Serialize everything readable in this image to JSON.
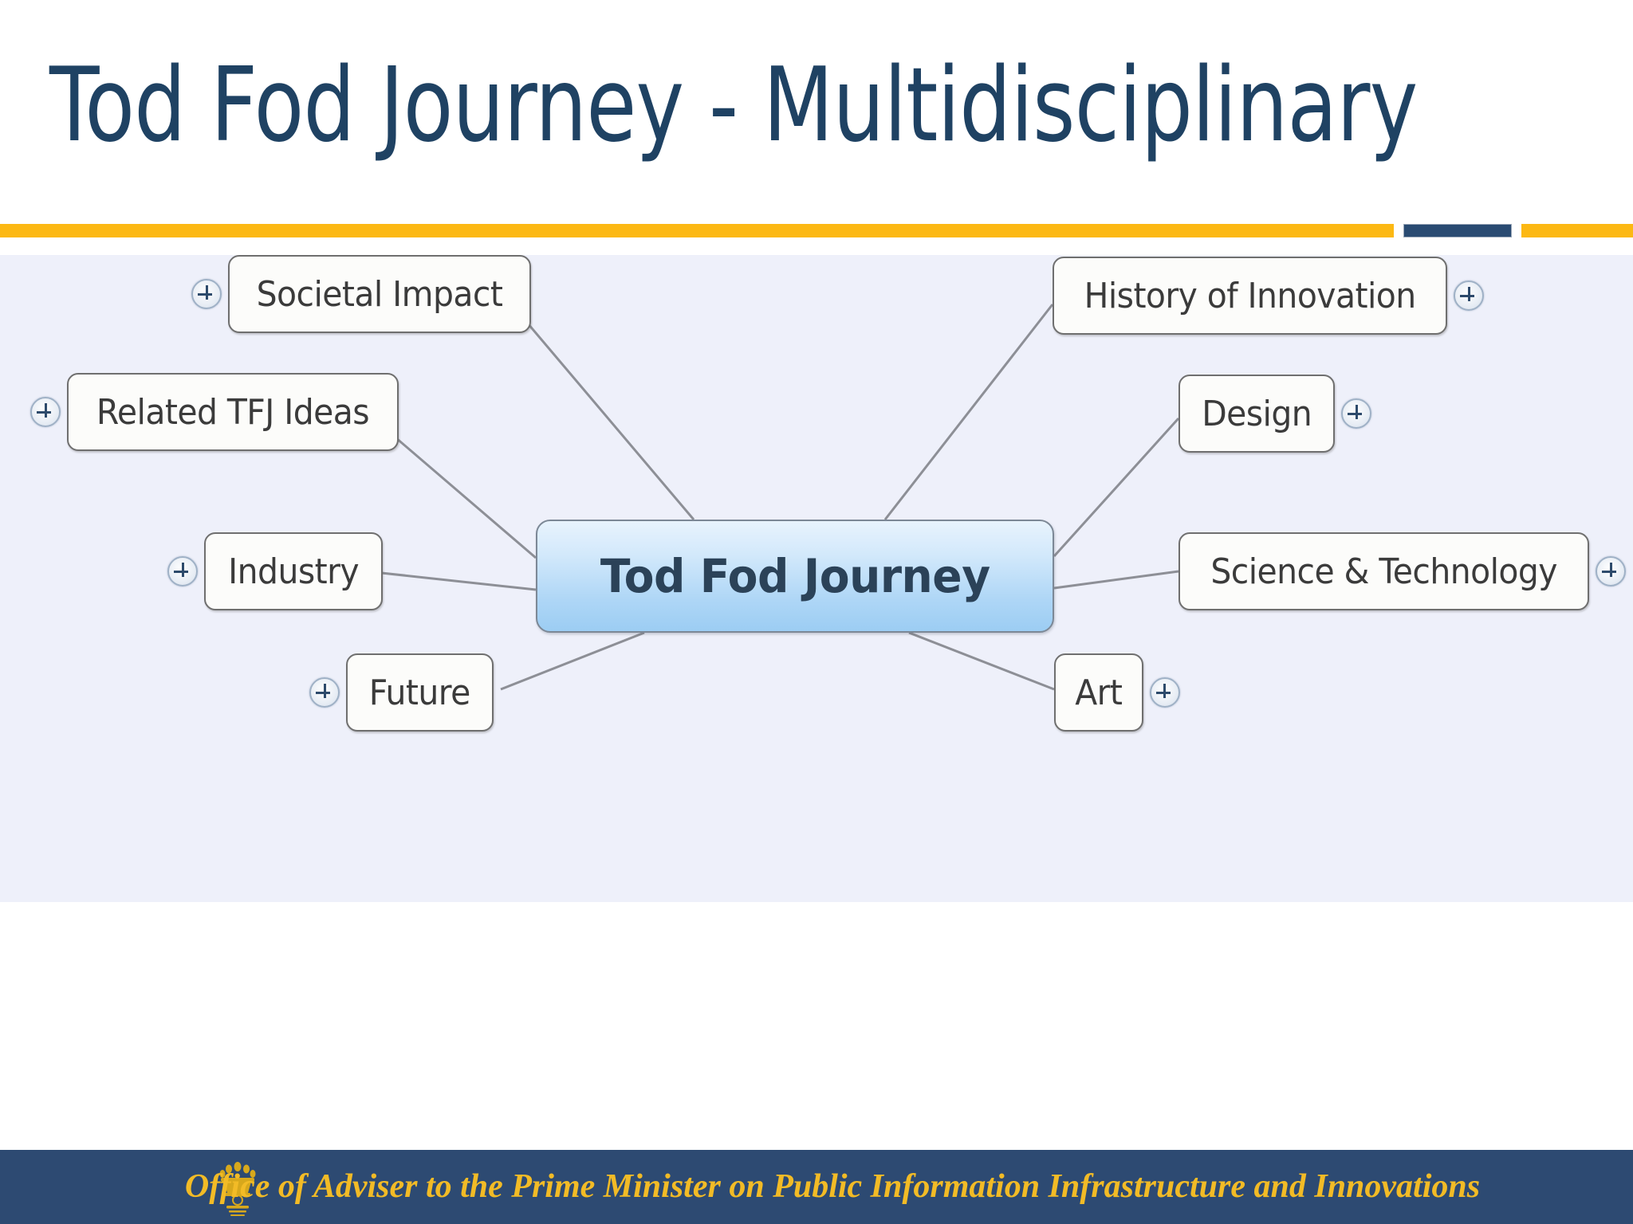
{
  "slide": {
    "title": "Tod Fod Journey - Multidisciplinary",
    "title_color": "#1f4263"
  },
  "divider": {
    "yellow_color": "#fcb813",
    "navy_color": "#2a4b72"
  },
  "mindmap": {
    "background_color": "#eef0fa",
    "connector_color": "#8d8f96",
    "center_node": {
      "label": "Tod Fod Journey",
      "text_color": "#2b4258",
      "fill_top": "#e8f3fd",
      "fill_bottom": "#9ccdf3"
    },
    "expand_icon_name": "plus-circle-icon",
    "nodes": [
      {
        "id": "societal-impact",
        "label": "Societal Impact",
        "icon_side": "left"
      },
      {
        "id": "related-tfj-ideas",
        "label": "Related TFJ Ideas",
        "icon_side": "left"
      },
      {
        "id": "industry",
        "label": "Industry",
        "icon_side": "left"
      },
      {
        "id": "future",
        "label": "Future",
        "icon_side": "left"
      },
      {
        "id": "history-innovation",
        "label": "History of Innovation",
        "icon_side": "right"
      },
      {
        "id": "design",
        "label": "Design",
        "icon_side": "right"
      },
      {
        "id": "science-technology",
        "label": "Science & Technology",
        "icon_side": "right"
      },
      {
        "id": "art",
        "label": "Art",
        "icon_side": "right"
      }
    ]
  },
  "footer": {
    "text": "Office of Adviser to the Prime Minister on Public Information Infrastructure and Innovations",
    "background_color": "#2d4a72",
    "text_color": "#f2bb26",
    "emblem_name": "ashoka-emblem-icon"
  }
}
